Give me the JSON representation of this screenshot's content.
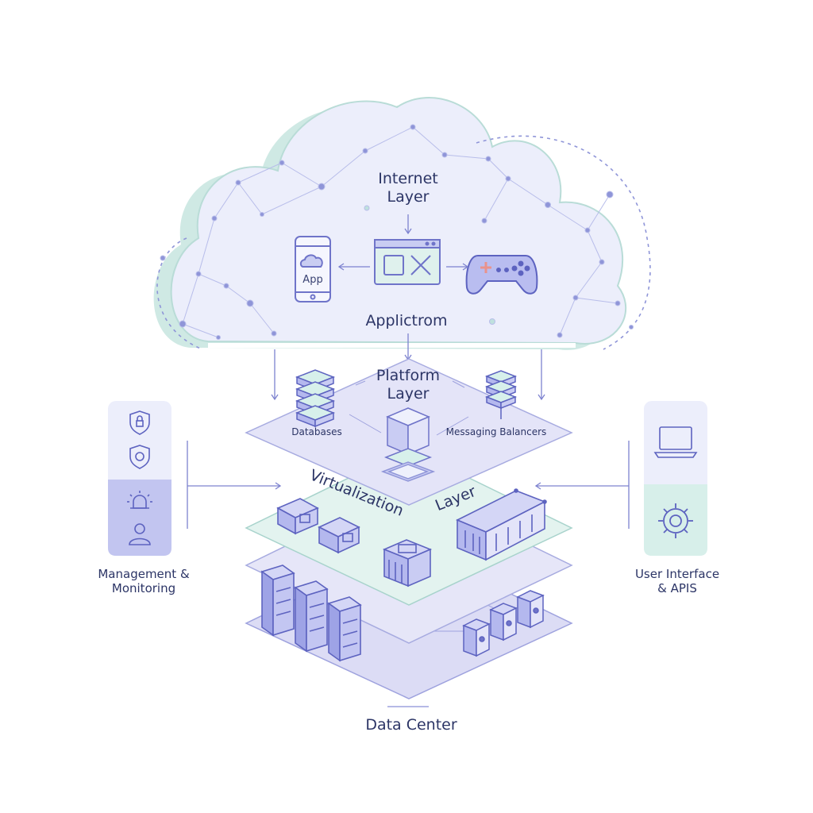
{
  "labels": {
    "internet_layer_line1": "Internet",
    "internet_layer_line2": "Layer",
    "app_icon_text": "App",
    "application": "Applictrom",
    "platform_layer_line1": "Platform",
    "platform_layer_line2": "Layer",
    "databases": "Databases",
    "messaging_balancers": "Messaging Balancers",
    "virtualization": "Virtualization",
    "virtualization_layer": "Layer",
    "management_line1": "Management &",
    "management_line2": "Monitoring",
    "user_interface_line1": "User Interface",
    "user_interface_line2": "& APIS",
    "data_center": "Data Center"
  },
  "icons": {
    "cloud_left": [
      "mobile-app-icon",
      "browser-window-icon",
      "gamepad-icon"
    ],
    "platform": [
      "database-stack-icon",
      "database-stack-icon",
      "cube-icon"
    ],
    "virtualization": [
      "virtual-machine-icon",
      "virtual-machine-icon",
      "chip-icon",
      "container-icon"
    ],
    "data_center": [
      "server-rack-icon",
      "server-rack-icon",
      "server-rack-icon",
      "hardware-unit-icon"
    ],
    "management_panel": [
      "shield-lock-icon",
      "shield-icon",
      "alarm-icon",
      "user-icon"
    ],
    "ui_panel": [
      "laptop-icon",
      "gear-icon"
    ]
  },
  "colors": {
    "cloud_fill": "#eceefb",
    "cloud_teal_rim": "#bfe1dd",
    "layer_purple": "#dfe0f7",
    "layer_teal": "#e3f3ef",
    "stroke": "#6f74c9",
    "text": "#2c3566"
  }
}
